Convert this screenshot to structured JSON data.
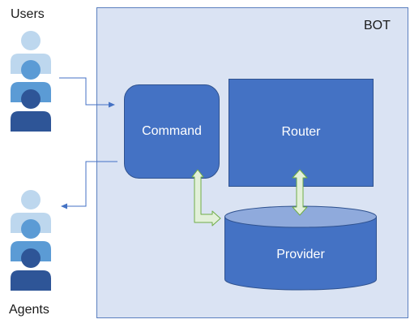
{
  "diagram": {
    "container_label": "BOT",
    "actors": [
      {
        "id": "users",
        "label": "Users"
      },
      {
        "id": "agents",
        "label": "Agents"
      }
    ],
    "nodes": [
      {
        "id": "command",
        "label": "Command",
        "shape": "rounded-rectangle"
      },
      {
        "id": "router",
        "label": "Router",
        "shape": "rectangle"
      },
      {
        "id": "provider",
        "label": "Provider",
        "shape": "cylinder"
      }
    ],
    "edges": [
      {
        "from": "users",
        "to": "command",
        "style": "thin-arrow"
      },
      {
        "from": "command",
        "to": "agents",
        "style": "thin-arrow"
      },
      {
        "from": "command",
        "to": "provider",
        "style": "bidirectional-block-arrow"
      },
      {
        "from": "router",
        "to": "provider",
        "style": "bidirectional-block-arrow"
      }
    ]
  },
  "colors": {
    "bot_fill": "#dae3f3",
    "bot_border": "#5b7fbf",
    "node_fill": "#4472c4",
    "node_border": "#2f528f",
    "cylinder_top": "#8faadc",
    "person_light": "#bdd7ee",
    "person_mid": "#5b9bd5",
    "person_dark": "#2e5597",
    "connector": "#4472c4",
    "block_arrow_fill": "#e2f0d9",
    "block_arrow_border": "#70ad47"
  }
}
